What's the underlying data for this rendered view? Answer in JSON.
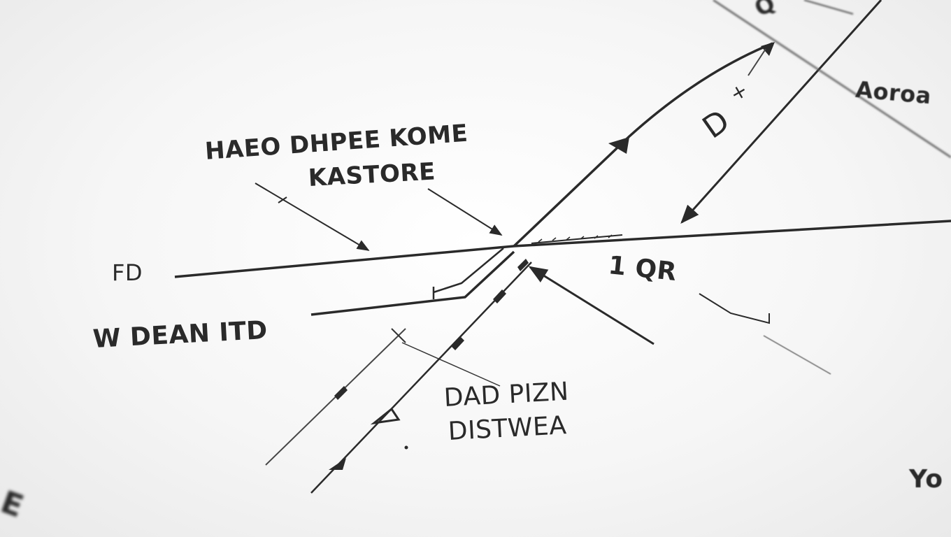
{
  "colors": {
    "paper": "#ffffff",
    "ink": "#2a2a2a",
    "ink_faint": "#6a6a6a"
  },
  "labels": {
    "header_line1": "HAEO DHPEE KOME",
    "header_line2": "KASTORE",
    "fd": "FD",
    "w_dean": "W DEAN ITD",
    "dad_line1": "DAD PIZN",
    "dad_line2": "DISTWEA",
    "one_qr": "1 QR",
    "acoba": "Aoroa",
    "d": "D",
    "tick": "+",
    "top_partial": "Q",
    "bottom_right": "Yo",
    "bottom_left": "E"
  }
}
